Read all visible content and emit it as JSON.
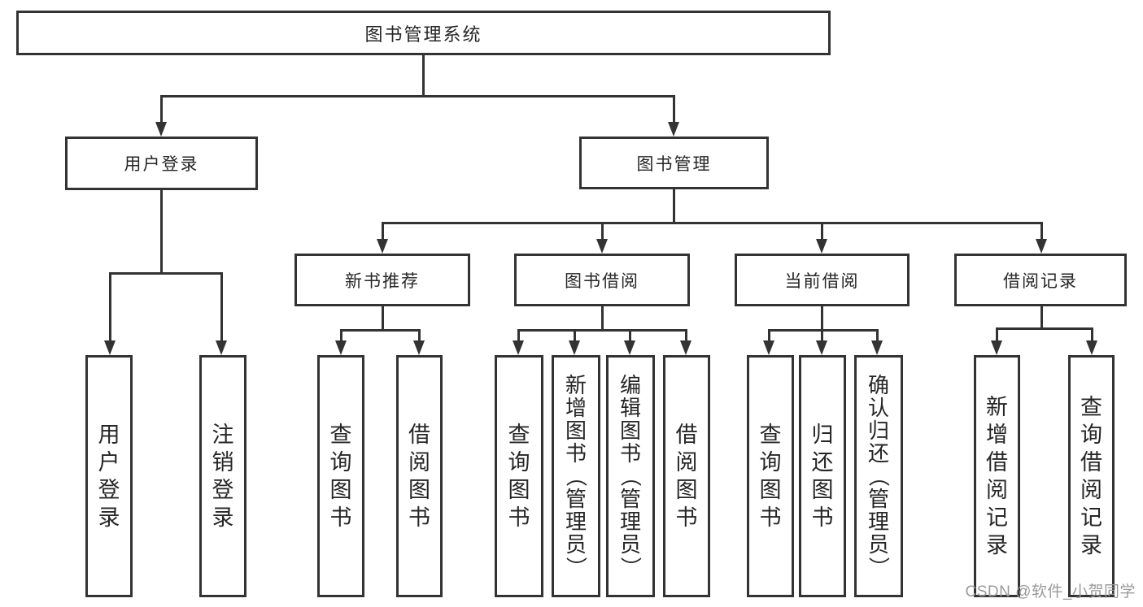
{
  "diagram": {
    "type": "hierarchy-tree",
    "root": {
      "label": "图书管理系统"
    },
    "branches": [
      {
        "label": "用户登录",
        "children": [
          {
            "label": "用户登录"
          },
          {
            "label": "注销登录"
          }
        ]
      },
      {
        "label": "图书管理",
        "children": [
          {
            "label": "新书推荐",
            "children": [
              {
                "label": "查询图书"
              },
              {
                "label": "借阅图书"
              }
            ]
          },
          {
            "label": "图书借阅",
            "children": [
              {
                "label": "查询图书"
              },
              {
                "label": "新增图书（管理员）"
              },
              {
                "label": "编辑图书（管理员）"
              },
              {
                "label": "借阅图书"
              }
            ]
          },
          {
            "label": "当前借阅",
            "children": [
              {
                "label": "查询图书"
              },
              {
                "label": "归还图书"
              },
              {
                "label": "确认归还（管理员）"
              }
            ]
          },
          {
            "label": "借阅记录",
            "children": [
              {
                "label": "新增借阅记录"
              },
              {
                "label": "查询借阅记录"
              }
            ]
          }
        ]
      }
    ]
  },
  "watermark": {
    "text": "CSDN @软件_小贺同学"
  },
  "colors": {
    "line": "#333333",
    "text": "#262626",
    "background": "#ffffff",
    "watermark": "#9a9a9a"
  }
}
